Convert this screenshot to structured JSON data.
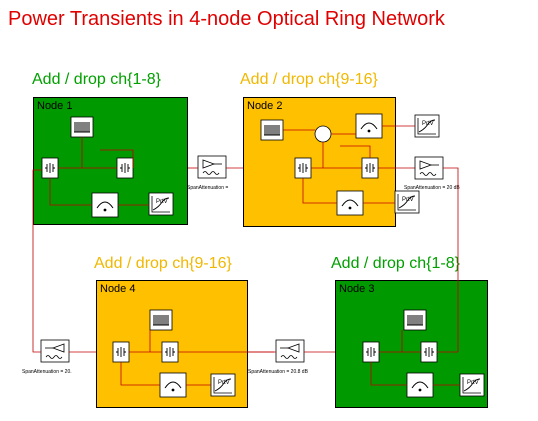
{
  "title": "Power Transients in 4-node Optical Ring Network",
  "colors": {
    "title": "#e00000",
    "green_node": "#009900",
    "yellow_node": "#ffc000",
    "green_label": "#00a000",
    "yellow_label": "#f0b800",
    "wire": "#c00000"
  },
  "sections": {
    "node1": {
      "add_drop": "Add / drop ch{1-8}",
      "name": "Node 1"
    },
    "node2": {
      "add_drop": "Add / drop ch{9-16}",
      "name": "Node 2"
    },
    "node3": {
      "add_drop": "Add / drop ch{1-8}",
      "name": "Node 3"
    },
    "node4": {
      "add_drop": "Add / drop ch{9-16}",
      "name": "Node 4"
    }
  },
  "spans": {
    "top_middle": "SpanAttenuation =",
    "top_right": "SpanAttenuation = 20 dB",
    "bottom_left": "SpanAttenuation = 20.",
    "bottom_middle": "SpanAttenuation = 20.8 dB"
  },
  "icons": {
    "transmitter": "channel-comb-icon",
    "mux": "mux-icon",
    "demux": "demux-icon",
    "receiver": "power-meter-icon",
    "scope": "plot-scope-icon",
    "amplifier": "fiber-amplifier-icon",
    "coupler": "coupler-icon"
  }
}
